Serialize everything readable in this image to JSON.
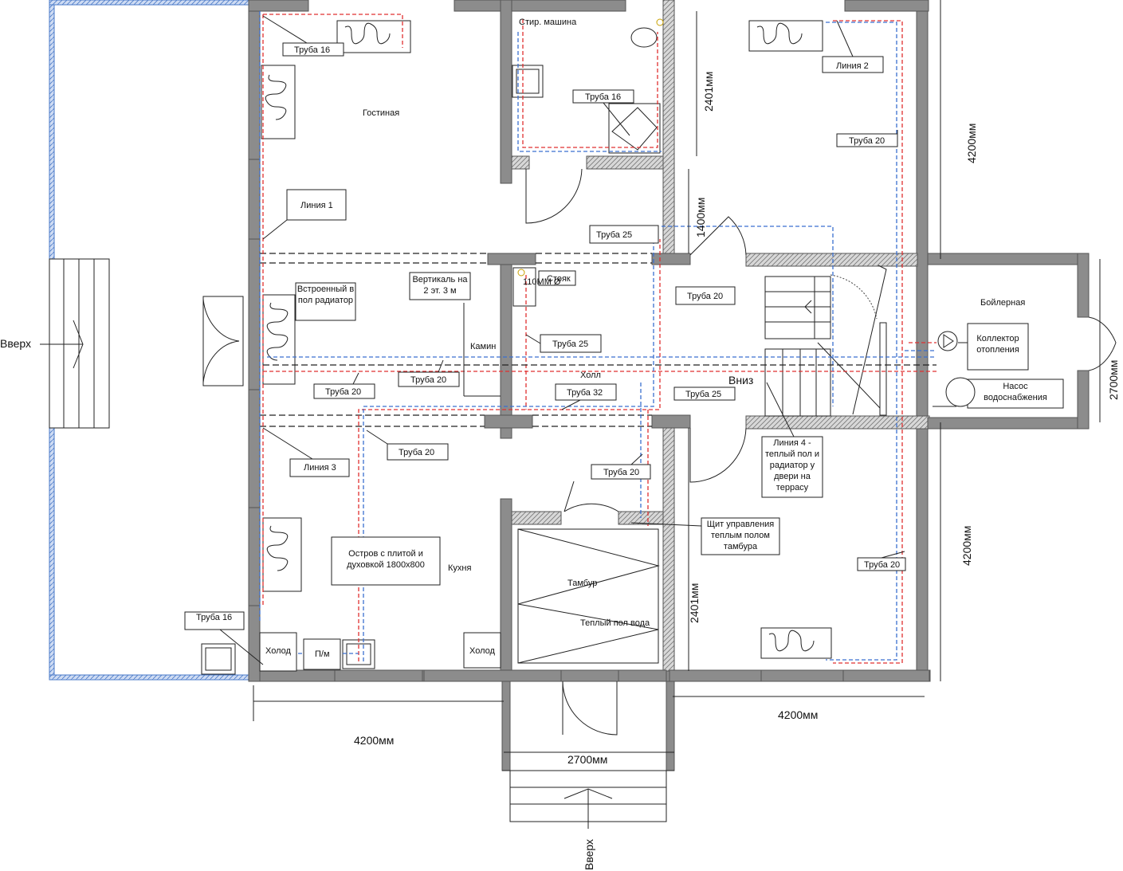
{
  "rooms": {
    "living": "Гостиная",
    "laundry": "Стир. машина",
    "hall": "Холл",
    "fireplace": "Камин",
    "kitchen": "Кухня",
    "boiler_room": "Бойлерная",
    "vestibule": "Тамбур",
    "vestibule_floor": "Теплый пол вода"
  },
  "boxes": {
    "pipe16_top": "Труба 16",
    "pipe16_bath": "Труба 16",
    "pipe16_bottom": "Труба 16",
    "line1": "Линия 1",
    "line2": "Линия 2",
    "line3": "Линия 3",
    "pipe20_right_top": "Труба 20",
    "pipe25_mid": "Труба 25",
    "vertical": "Вертикаль на 2 эт. 3 м",
    "riser": "Стояк",
    "riser_diam": "110ММ Ø",
    "builtin_radiator": "Встроенный в пол радиатор",
    "pipe25_hall": "Труба 25",
    "pipe20_stair": "Труба 20",
    "pipe20_hall_a": "Труба 20",
    "pipe20_hall_b": "Труба 20",
    "pipe32": "Труба 32",
    "pipe25_hall2": "Труба 25",
    "pipe20_kitchen": "Труба 20",
    "pipe20_lower": "Труба 20",
    "line4": "Линия 4 - теплый пол и радиатор у двери на террасу",
    "control_panel": "Щит управления теплым полом тамбура",
    "pipe20_right_bottom": "Труба 20",
    "island": "Остров с плитой и духовкой 1800x800",
    "fridge_left": "Холод",
    "dishwasher": "П/м",
    "fridge_right": "Холод",
    "heating_collector": "Коллектор отопления",
    "water_pump": "Насос водоснабжения"
  },
  "labels": {
    "up_left": "Вверх",
    "up_bottom": "Вверх",
    "down": "Вниз"
  },
  "dimensions": {
    "d_top_vertical": "2401мм",
    "d_mid_vertical": "1400мм",
    "d_right_top": "4200мм",
    "d_right_bottom": "4200мм",
    "d_boiler": "2700мм",
    "d_bottom_left": "4200мм",
    "d_bottom_center": "2700мм",
    "d_bottom_right": "4200мм",
    "d_lower_vertical": "2401мм"
  },
  "colors": {
    "wall": "#8c8c8c",
    "hot_pipe": "#e03030",
    "cold_pipe": "#3a6fd0",
    "terrace_outline": "#4a7ac8"
  }
}
